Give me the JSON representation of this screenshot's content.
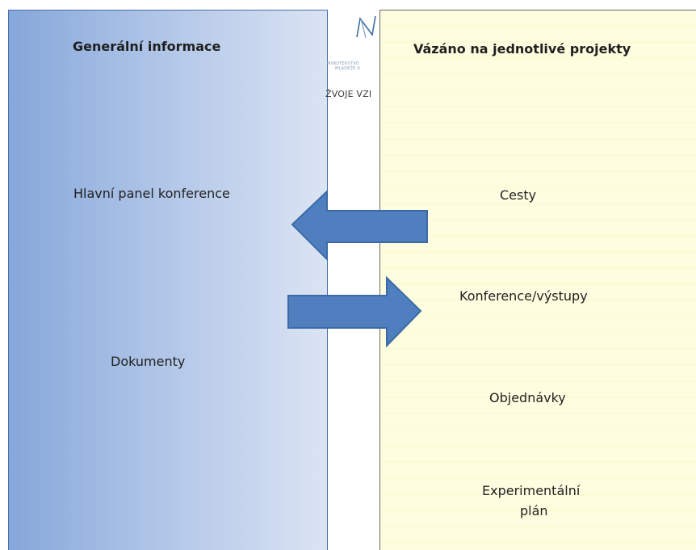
{
  "left_panel": {
    "title": "Generální informace",
    "items": [
      "Hlavní panel konference",
      "Dokumenty"
    ]
  },
  "right_panel": {
    "title": "Vázáno na jednotlivé projekty",
    "items": [
      "Cesty",
      "Konference/výstupy",
      "Objednávky",
      "Experimentální",
      "plán"
    ]
  },
  "logo": {
    "line1": "MINISTERSTVO",
    "line2": "MLÁDEŽE A",
    "line3": "ŽVOJE VZI"
  },
  "colors": {
    "left_gradient_start": "#86a7da",
    "left_gradient_end": "#dbe4f3",
    "right_background": "#fffde0",
    "arrow_fill": "#4f7fbe",
    "arrow_stroke": "#3b6aa6"
  }
}
